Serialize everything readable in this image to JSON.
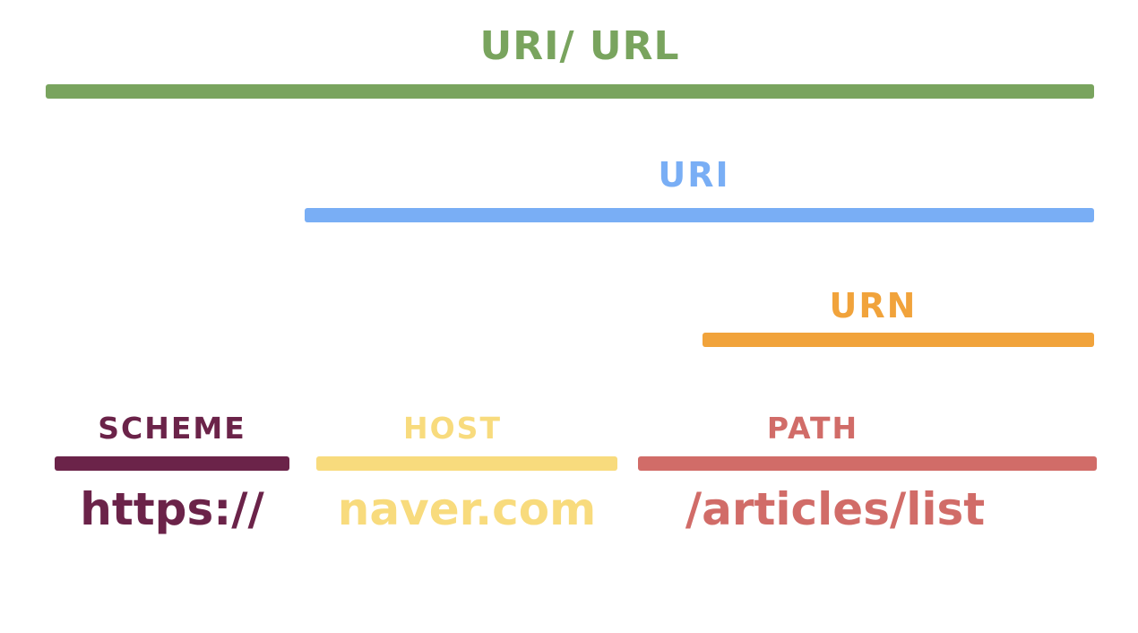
{
  "diagram": {
    "title": {
      "label": "URI/ URL",
      "color": "#79A45E"
    },
    "levels": {
      "uri": {
        "label": "URI",
        "color": "#79AEF5"
      },
      "urn": {
        "label": "URN",
        "color": "#F1A33B"
      }
    },
    "components": [
      {
        "name": "scheme",
        "label": "SCHEME",
        "value": "https://",
        "color": "#6B2349"
      },
      {
        "name": "host",
        "label": "HOST",
        "value": "naver.com",
        "color": "#F8DB7D"
      },
      {
        "name": "path",
        "label": "PATH",
        "value": "/articles/list",
        "color": "#D16C68"
      }
    ]
  }
}
